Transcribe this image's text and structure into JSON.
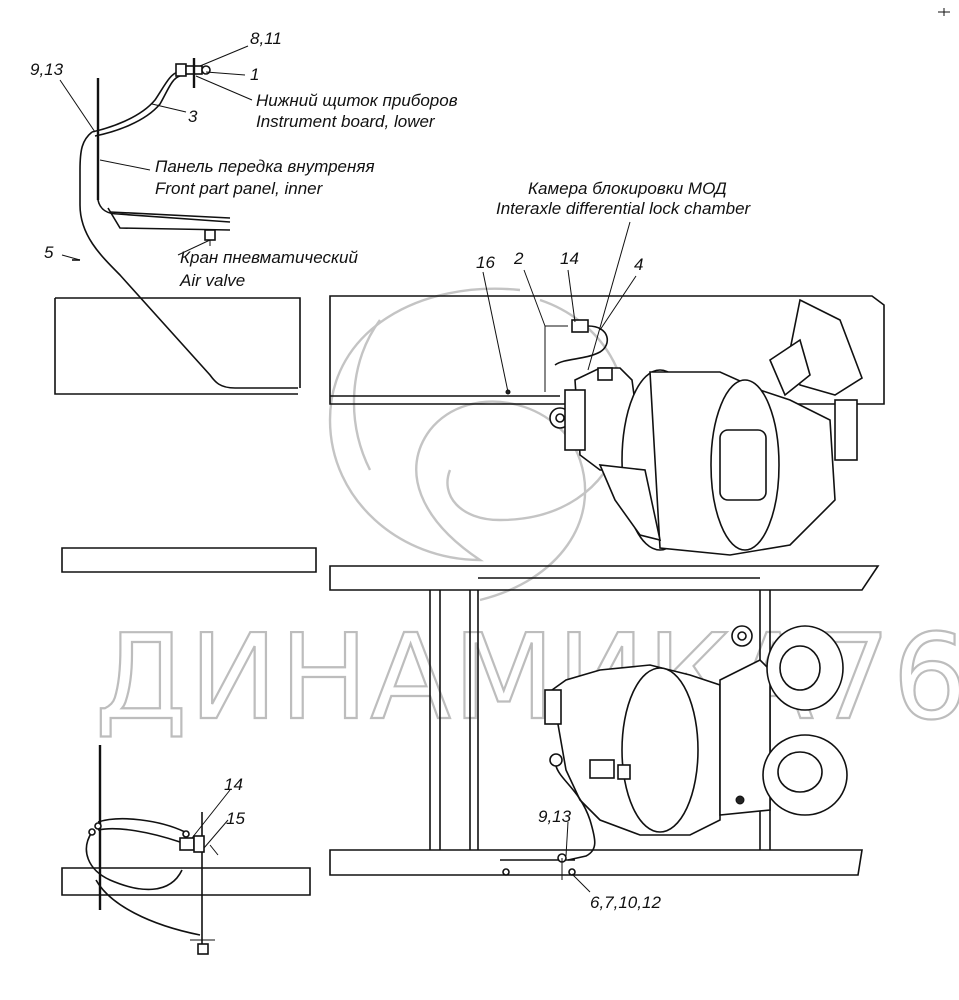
{
  "watermark": "ДИНАМИКА76",
  "callouts": {
    "c_8_11": "8,11",
    "c_9_13_top": "9,13",
    "c_1": "1",
    "c_3": "3",
    "c_5": "5",
    "c_16": "16",
    "c_2": "2",
    "c_14_top": "14",
    "c_4": "4",
    "c_14_bottom": "14",
    "c_15": "15",
    "c_9_13_bottom": "9,13",
    "c_6_7_10_12": "6,7,10,12"
  },
  "captions": {
    "instrument_board_ru": "Нижний щиток приборов",
    "instrument_board_en": "Instrument board, lower",
    "front_panel_ru": "Панель передка внутреняя",
    "front_panel_en": "Front part panel, inner",
    "air_valve_ru": "Кран пневматический",
    "air_valve_en": "Air valve",
    "lock_chamber_ru": "Камера блокировки МОД",
    "lock_chamber_en": "Interaxle differential lock chamber"
  },
  "icons": [
    "watermark-logo-icon",
    "corner-mark-icon"
  ]
}
